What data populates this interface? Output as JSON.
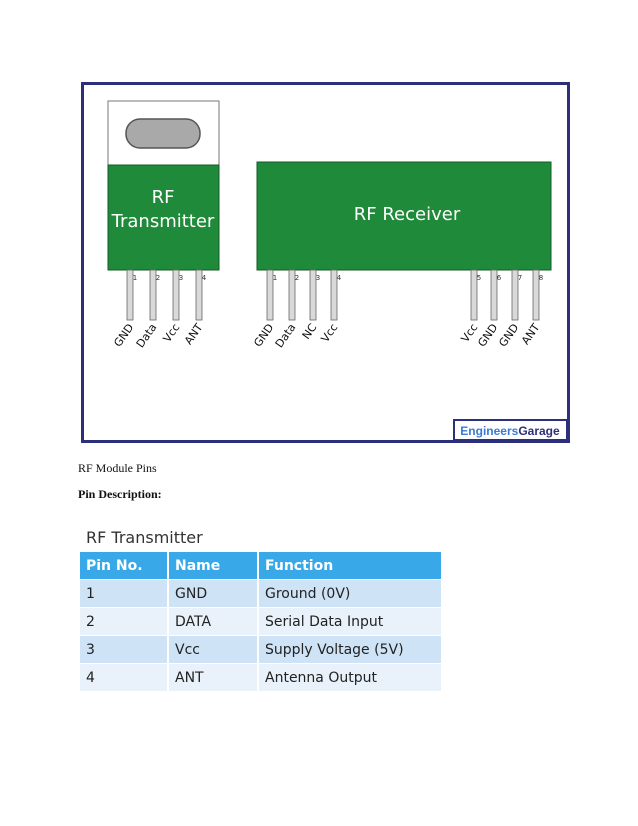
{
  "figure": {
    "transmitter": {
      "label_line1": "RF",
      "label_line2": "Transmitter",
      "pin_numbers": [
        "1",
        "2",
        "3",
        "4"
      ],
      "pin_labels": [
        "GND",
        "Data",
        "Vcc",
        "ANT"
      ]
    },
    "receiver": {
      "label": "RF Receiver",
      "pin_numbers": [
        "1",
        "2",
        "3",
        "4",
        "5",
        "6",
        "7",
        "8"
      ],
      "pin_labels": [
        "GND",
        "Data",
        "NC",
        "Vcc",
        "Vcc",
        "GND",
        "GND",
        "ANT"
      ]
    },
    "logo": {
      "text_part1": "Engineers",
      "text_part2": "Garage"
    },
    "colors": {
      "module_green": "#1f8a3a",
      "frame_navy": "#2c2f7a",
      "table_header_blue": "#38a8e8"
    }
  },
  "caption": "RF Module Pins",
  "heading": "Pin Description:",
  "table": {
    "title": "RF Transmitter",
    "headers": [
      "Pin No.",
      "Name",
      "Function"
    ],
    "rows": [
      [
        "1",
        "GND",
        "Ground (0V)"
      ],
      [
        "2",
        "DATA",
        "Serial Data Input"
      ],
      [
        "3",
        "Vcc",
        "Supply Voltage (5V)"
      ],
      [
        "4",
        "ANT",
        "Antenna Output"
      ]
    ]
  }
}
